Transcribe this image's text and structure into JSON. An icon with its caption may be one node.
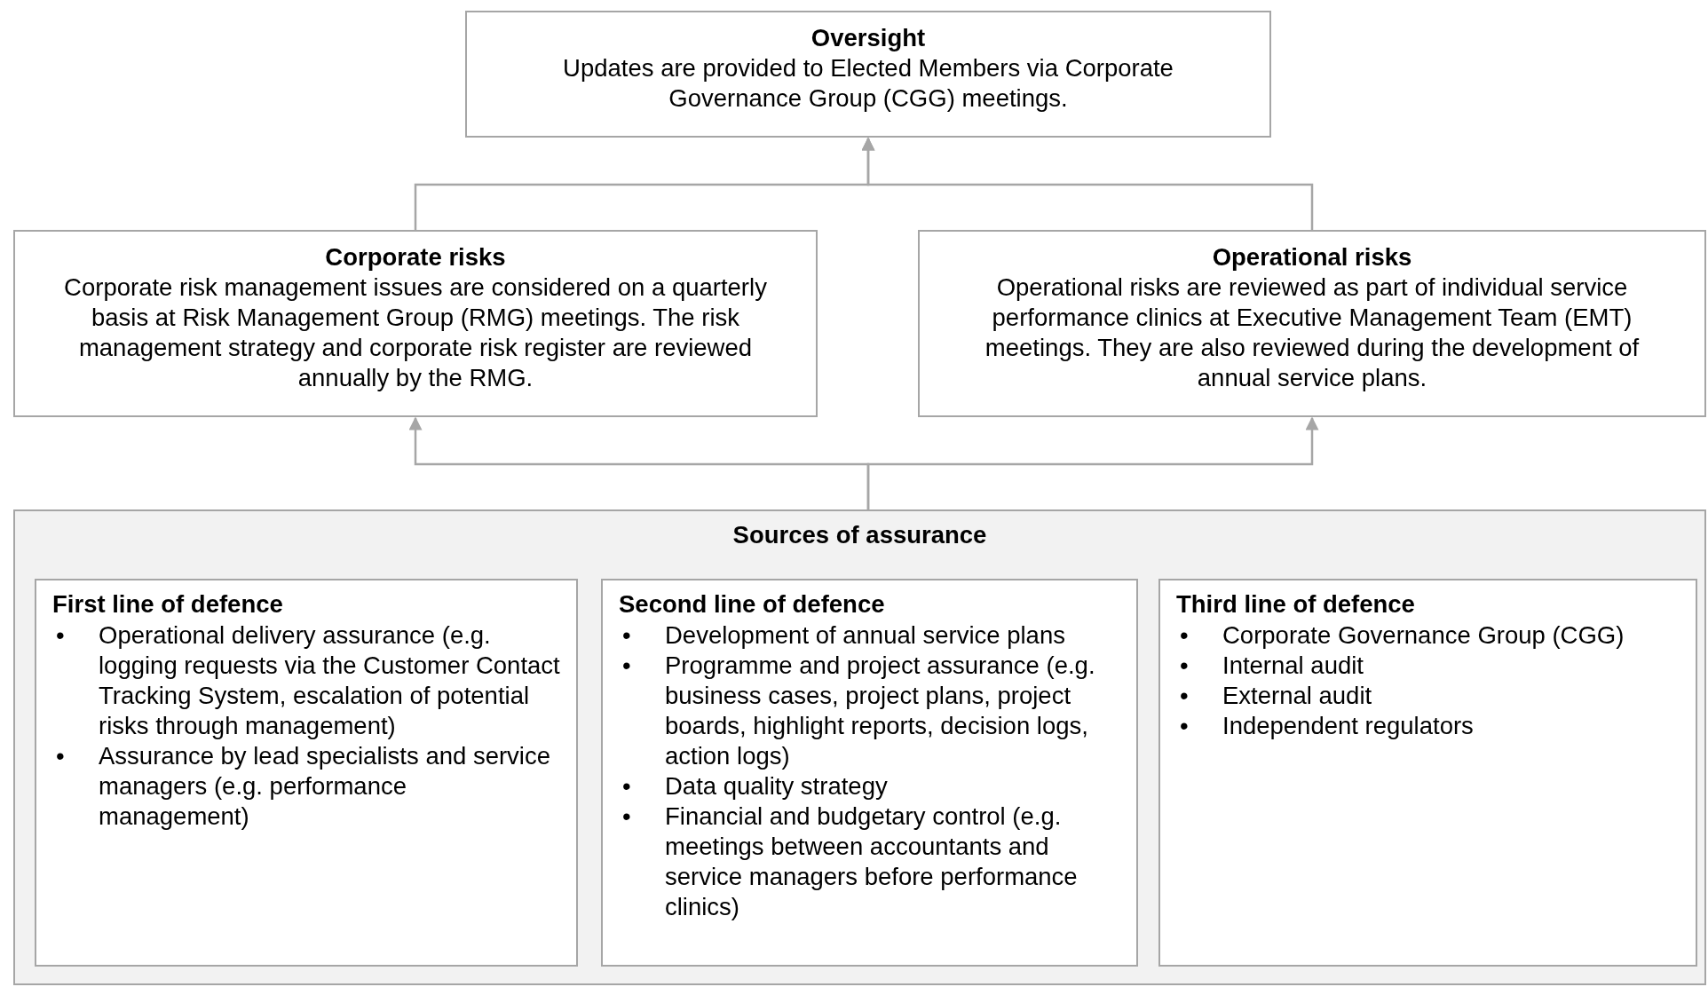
{
  "diagram": {
    "nodes": [
      {
        "text": [
          "Oversight",
          "Updates are provided to Elected Members via Corporate Governance Group (CGG) meetings."
        ]
      },
      {
        "text": [
          "Corporate risks",
          "Corporate risk management issues are considered on a quarterly basis at Risk Management Group (RMG) meetings. The risk management strategy and corporate risk register are reviewed annually by the RMG."
        ]
      },
      {
        "text": [
          "Operational risks",
          "Operational risks are reviewed as part of individual service performance clinics at Executive Management Team (EMT) meetings. They are also reviewed during the development of annual service plans."
        ]
      },
      {
        "text": [
          "Sources of assurance"
        ]
      },
      {
        "text": [
          "First line of defence",
          "Operational delivery assurance (e.g. logging requests via the Customer Contact Tracking System, escalation of potential risks through management)",
          "Assurance by lead specialists and service managers (e.g. performance management)"
        ],
        "in": 3
      },
      {
        "text": [
          "Second line of defence",
          "Development of annual service plans",
          "Programme and project assurance (e.g. business cases, project plans, project boards, highlight reports, decision logs, action logs)",
          "Data quality strategy",
          "Financial and budgetary control (e.g. meetings between accountants and service managers before performance clinics)"
        ],
        "in": 3
      },
      {
        "text": [
          "Third line of defence",
          "Corporate Governance Group (CGG)",
          "Internal audit",
          "External audit",
          "Independent regulators"
        ],
        "in": 3
      }
    ],
    "edges": [
      {
        "from": 1,
        "to": 0,
        "arrow": "to"
      },
      {
        "from": 2,
        "to": 0,
        "arrow": "to"
      },
      {
        "from": 3,
        "to": 1,
        "arrow": "to"
      },
      {
        "from": 3,
        "to": 2,
        "arrow": "to"
      }
    ],
    "labels": [
      "•",
      "•",
      "•",
      "•",
      "•",
      "•",
      "•",
      "•",
      "•",
      "•"
    ]
  }
}
